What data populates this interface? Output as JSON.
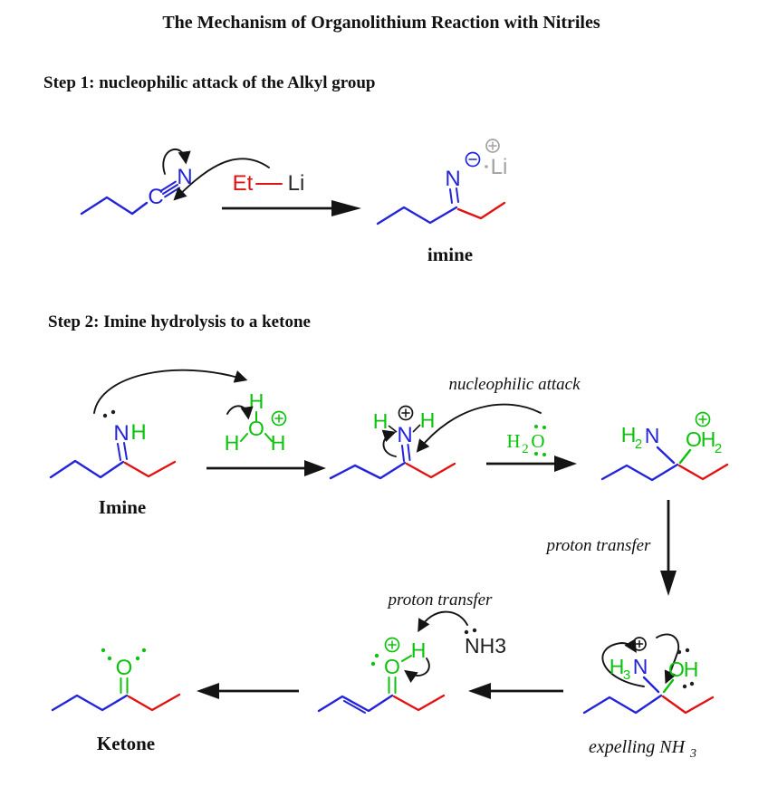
{
  "title": "The Mechanism of Organolithium Reaction with Nitriles",
  "headings": {
    "step1": "Step 1: nucleophilic attack of the Alkyl group",
    "step2": "Step 2: Imine hydrolysis to a ketone"
  },
  "labels": {
    "imine_product": "imine",
    "imine_reactant": "Imine",
    "ketone": "Ketone"
  },
  "annotations": {
    "nucleophilic_attack": "nucleophilic attack",
    "proton_transfer_right": "proton transfer",
    "proton_transfer_middle": "proton transfer",
    "expelling_main": "expelling NH",
    "expelling_sub": "3"
  },
  "atoms": {
    "nitrile_c": "C",
    "nitrile_n": "N",
    "ethyl": "Et",
    "lithium": "Li",
    "imine1_n": "N",
    "imine1_li": "Li",
    "imine2_n": "N",
    "imine2_h": "H",
    "hydronium_h_top": "H",
    "hydronium_o": "O",
    "hydronium_h_left": "H",
    "hydronium_h_right": "H",
    "iminium_h_left": "H",
    "iminium_h_right": "H",
    "iminium_n": "N",
    "water_h": "H",
    "water_sub": "2",
    "water_o": "O",
    "carbinol_h": "H",
    "carbinol_h_sub": "2",
    "carbinol_n": "N",
    "carbinol_o": "O",
    "carbinol_oh_h": "H",
    "carbinol_oh_sub": "2",
    "ammonia": "NH3",
    "oxo_h": "H",
    "oxo_o": "O",
    "aminol_h": "H",
    "aminol_h_sub": "3",
    "aminol_n": "N",
    "aminol_o": "O",
    "aminol_oh_h": "H",
    "ketone_o": "O"
  },
  "icons": {
    "plus_charge": "⊕",
    "minus_charge": "⊖",
    "lone_pair": "••"
  },
  "colors": {
    "skeleton_blue": "#2323d9",
    "alkyl_red": "#e11212",
    "heteroatom_green": "#0cc20c",
    "lithium_gray": "#a2a2a2",
    "ink_black": "#141414"
  }
}
